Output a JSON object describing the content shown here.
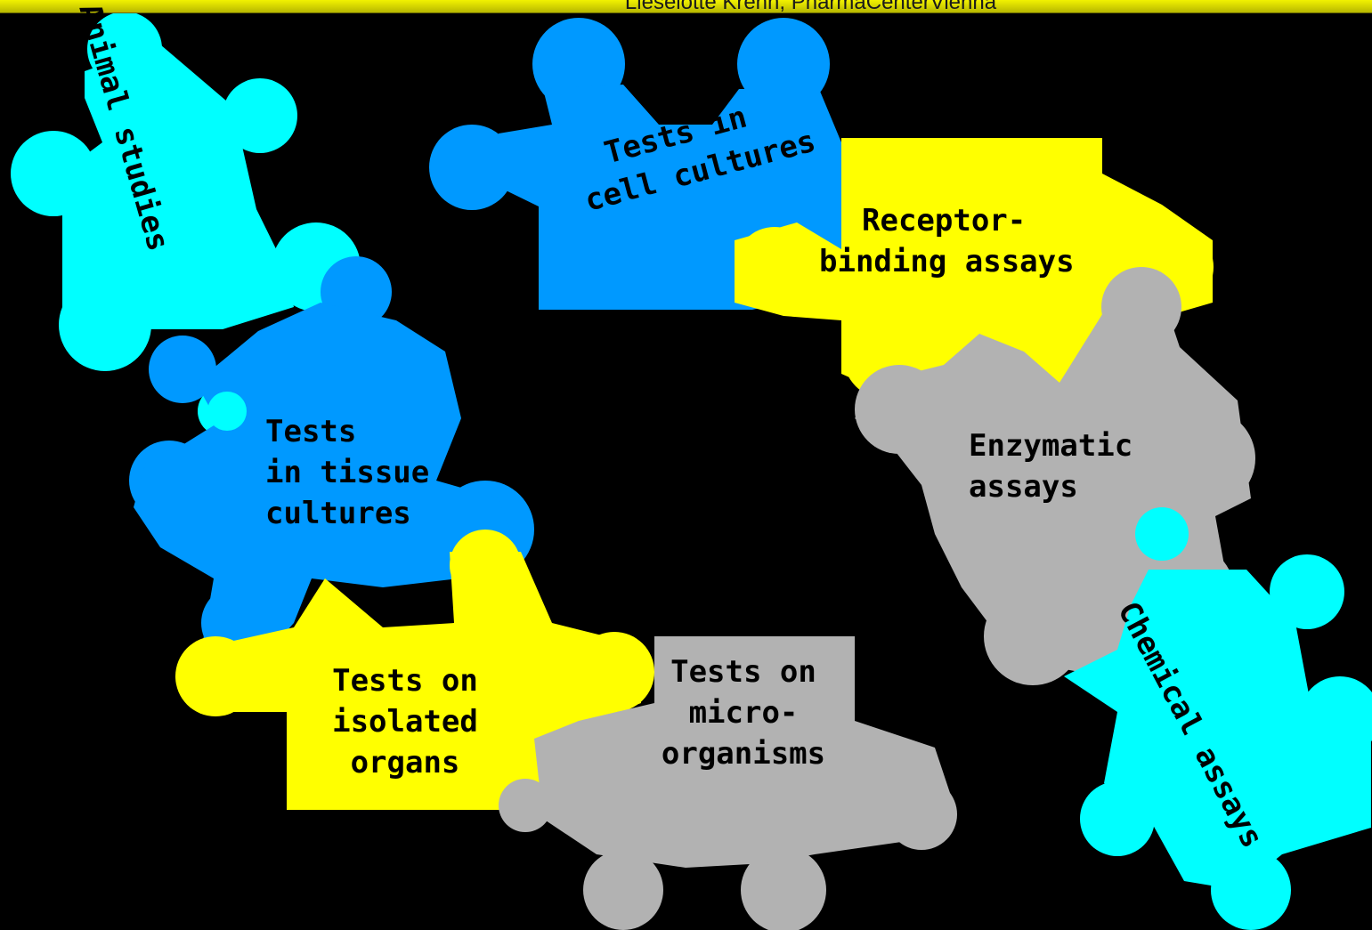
{
  "header": {
    "text": "Lieselotte Krenn, PharmaCenterVienna"
  },
  "colors": {
    "cyan": "#00ffff",
    "blue": "#0099ff",
    "yellow": "#ffff00",
    "gray": "#b2b2b2",
    "background": "#000000"
  },
  "pieces": [
    {
      "id": "animal",
      "color": "cyan",
      "lines": [
        "Animal studies"
      ]
    },
    {
      "id": "cell",
      "color": "blue",
      "lines": [
        "Tests in",
        "cell cultures"
      ]
    },
    {
      "id": "receptor",
      "color": "yellow",
      "lines": [
        "Receptor-",
        "binding assays"
      ]
    },
    {
      "id": "tissue",
      "color": "blue",
      "lines": [
        "Tests",
        "in tissue",
        "cultures"
      ]
    },
    {
      "id": "enzymatic",
      "color": "gray",
      "lines": [
        "Enzymatic",
        "assays"
      ]
    },
    {
      "id": "isolated",
      "color": "yellow",
      "lines": [
        "Tests on",
        "isolated",
        "organs"
      ]
    },
    {
      "id": "micro",
      "color": "gray",
      "lines": [
        "Tests on",
        "micro-",
        "organisms"
      ]
    },
    {
      "id": "chemical",
      "color": "cyan",
      "lines": [
        "Chemical assays"
      ]
    }
  ]
}
